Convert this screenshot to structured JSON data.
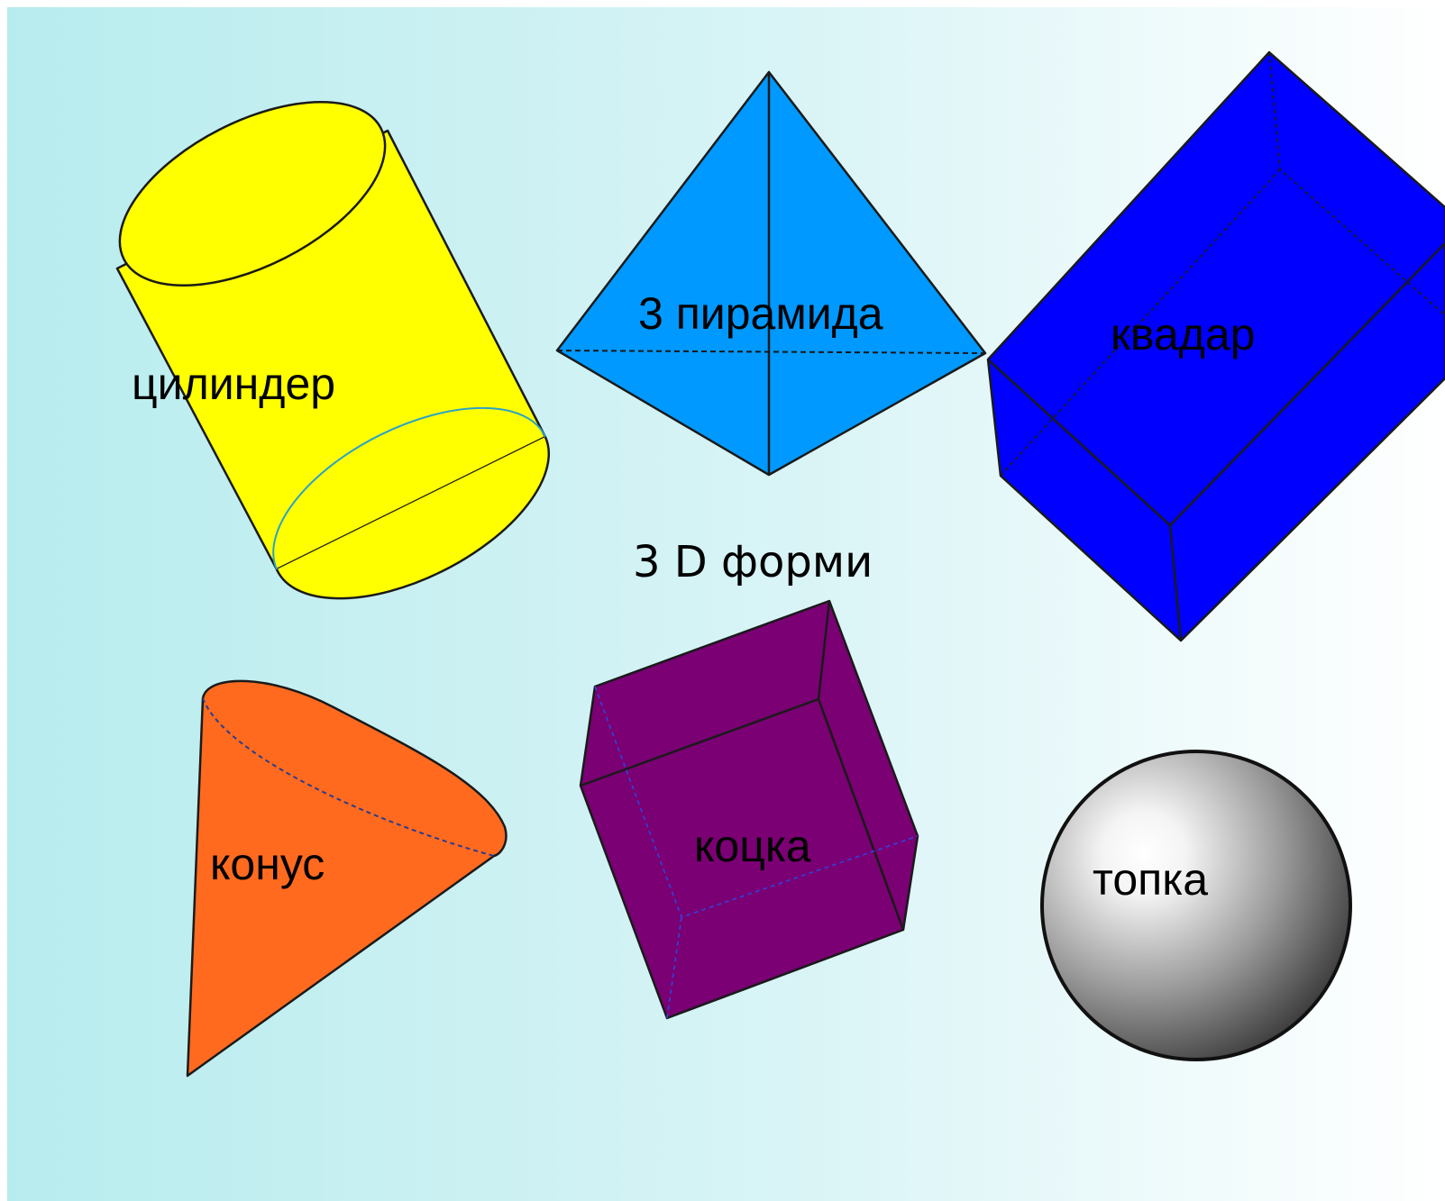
{
  "title": "3 D форми",
  "shapes": {
    "cylinder": {
      "label": "цилиндер",
      "color": "#ffff00"
    },
    "pyramid": {
      "label": "3 пирамида",
      "color": "#0099ff"
    },
    "cuboid": {
      "label": "квадар",
      "color": "#0000ff"
    },
    "cone": {
      "label": "конус",
      "color": "#ff6a1f"
    },
    "cube": {
      "label": "коцка",
      "color": "#7a0073"
    },
    "sphere": {
      "label": "топка",
      "color": "#bdbdbd"
    }
  },
  "colors": {
    "background_left": "#b7ecee",
    "background_right": "#ffffff"
  }
}
